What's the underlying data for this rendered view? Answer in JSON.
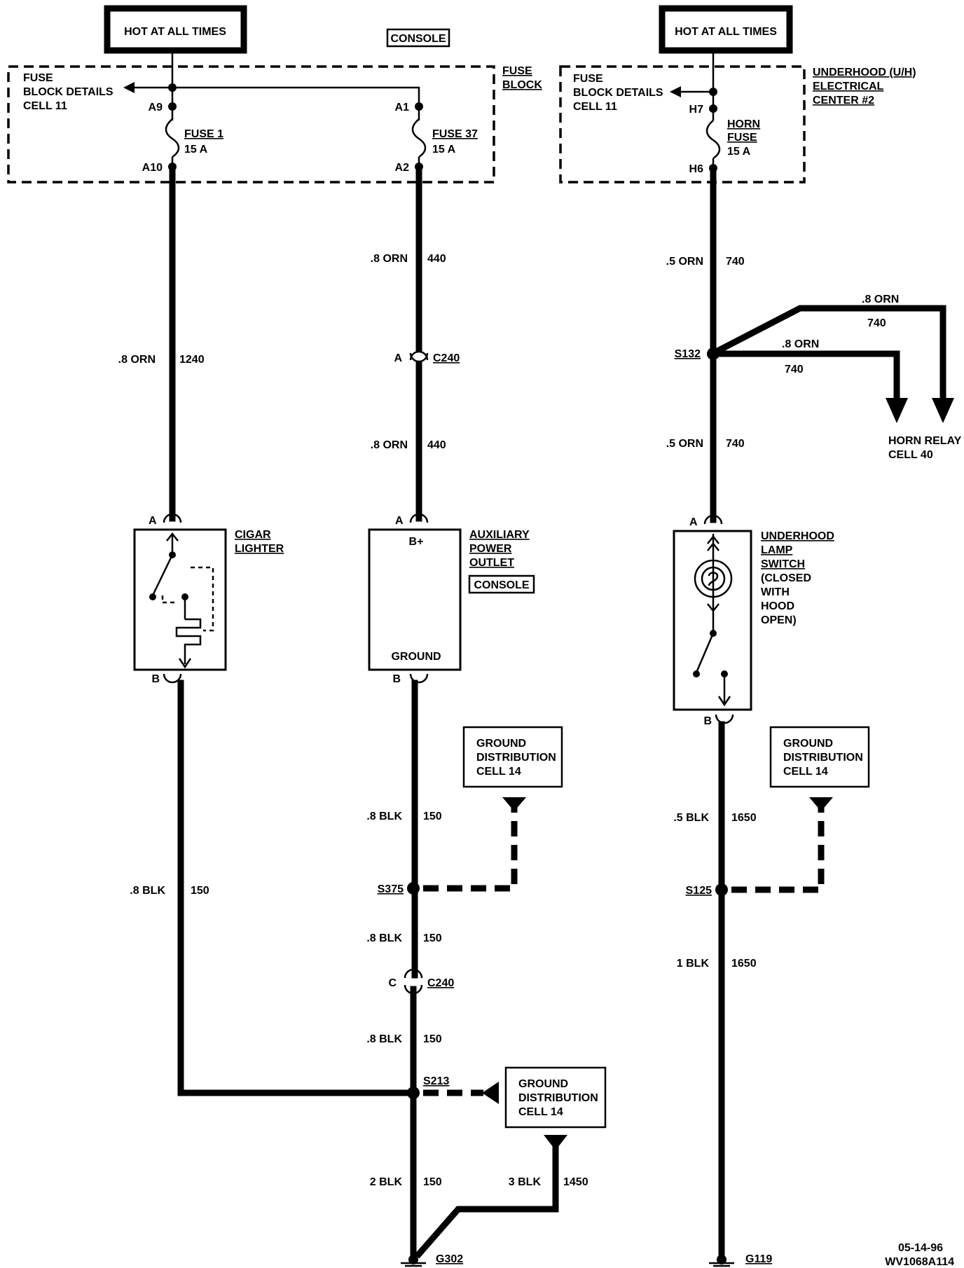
{
  "hot_labels": [
    "HOT AT ALL TIMES",
    "HOT AT ALL TIMES"
  ],
  "console_top": "CONSOLE",
  "fuse_block": {
    "title": [
      "FUSE",
      "BLOCK"
    ],
    "details": [
      "FUSE",
      "BLOCK DETAILS",
      "CELL 11"
    ],
    "fuse1": {
      "name": "FUSE 1",
      "rating": "15 A",
      "in": "A9",
      "out": "A10"
    },
    "fuse37": {
      "name": "FUSE 37",
      "rating": "15 A",
      "in": "A1",
      "out": "A2"
    }
  },
  "underhood": {
    "title": [
      "UNDERHOOD (U/H)",
      "ELECTRICAL",
      "CENTER #2"
    ],
    "details": [
      "FUSE",
      "BLOCK DETAILS",
      "CELL 11"
    ],
    "fuse": {
      "name": [
        "HORN",
        "FUSE"
      ],
      "rating": "15 A",
      "in": "H7",
      "out": "H6"
    }
  },
  "wires": {
    "w1240": {
      "gauge": ".8 ORN",
      "circuit": "1240"
    },
    "w440a": {
      "gauge": ".8 ORN",
      "circuit": "440"
    },
    "w440b": {
      "gauge": ".8 ORN",
      "circuit": "440"
    },
    "w740a": {
      "gauge": ".5 ORN",
      "circuit": "740"
    },
    "w740b": {
      "gauge": ".5 ORN",
      "circuit": "740"
    },
    "w740c": {
      "gauge": ".8 ORN",
      "circuit": "740"
    },
    "w740d": {
      "gauge": ".8 ORN",
      "circuit": "740"
    },
    "w150l": {
      "gauge": ".8 BLK",
      "circuit": "150"
    },
    "w150a": {
      "gauge": ".8 BLK",
      "circuit": "150"
    },
    "w150b": {
      "gauge": ".8 BLK",
      "circuit": "150"
    },
    "w150c": {
      "gauge": ".8 BLK",
      "circuit": "150"
    },
    "w150d": {
      "gauge": "2 BLK",
      "circuit": "150"
    },
    "w1450": {
      "gauge": "3 BLK",
      "circuit": "1450"
    },
    "w1650a": {
      "gauge": ".5 BLK",
      "circuit": "1650"
    },
    "w1650b": {
      "gauge": "1 BLK",
      "circuit": "1650"
    }
  },
  "connectors": {
    "c240": "C240",
    "pin_a": "A",
    "pin_b": "B",
    "pin_c": "C"
  },
  "splices": {
    "s132": "S132",
    "s375": "S375",
    "s213": "S213",
    "s125": "S125"
  },
  "grounds": {
    "g302": "G302",
    "g119": "G119"
  },
  "components": {
    "cigar": [
      "CIGAR",
      "LIGHTER"
    ],
    "aux": [
      "AUXILIARY",
      "POWER",
      "OUTLET"
    ],
    "aux_console": "CONSOLE",
    "aux_bplus": "B+",
    "aux_ground": "GROUND",
    "lamp": [
      "UNDERHOOD",
      "LAMP",
      "SWITCH",
      "(CLOSED",
      "WITH",
      "HOOD",
      "OPEN)"
    ]
  },
  "horn_relay": [
    "HORN RELAY",
    "CELL 40"
  ],
  "ground_dist": [
    "GROUND",
    "DISTRIBUTION",
    "CELL 14"
  ],
  "footer": {
    "date": "05-14-96",
    "code": "WV1068A114"
  }
}
